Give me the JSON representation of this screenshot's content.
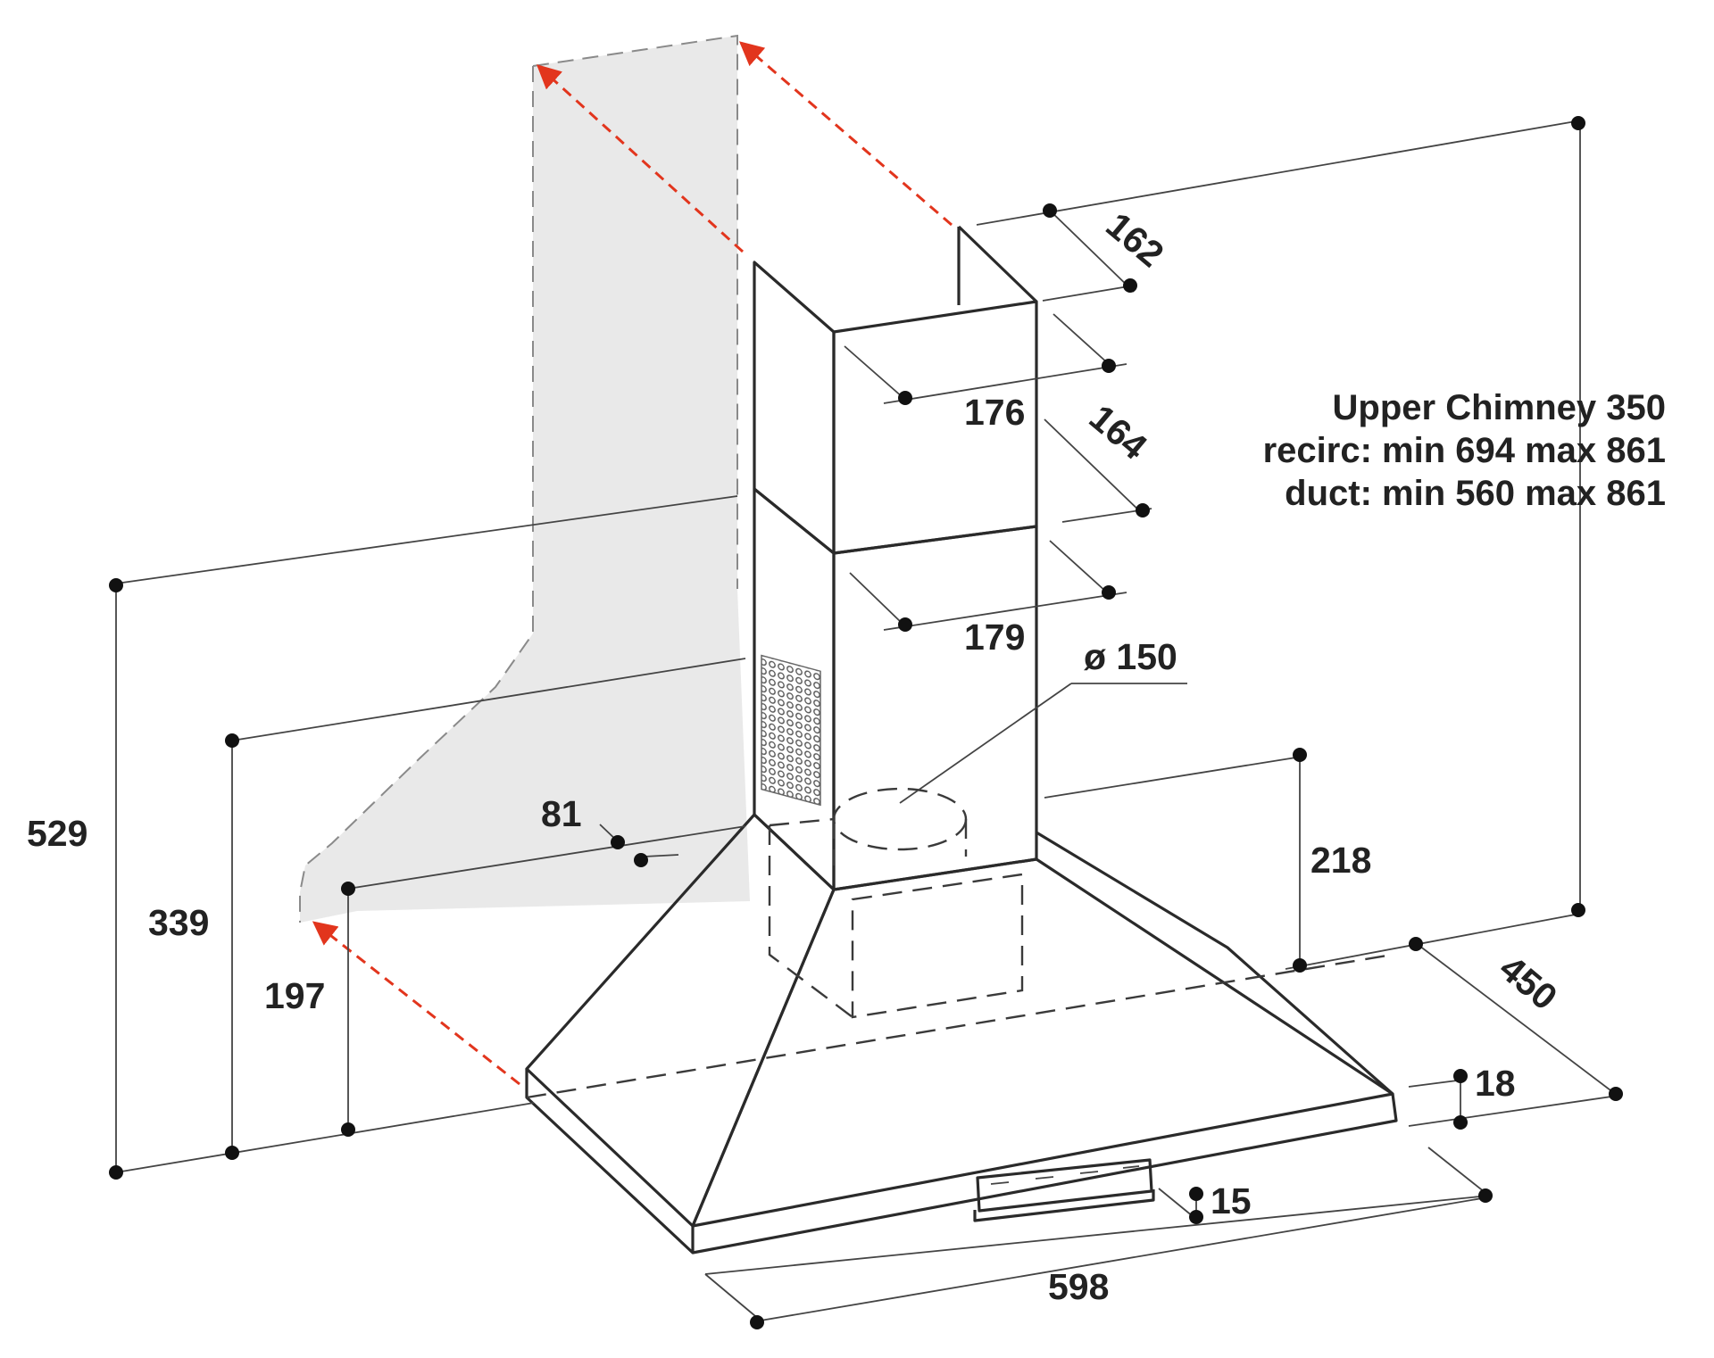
{
  "dimensions": {
    "d162": "162",
    "d176": "176",
    "d164": "164",
    "d179": "179",
    "d150": "ø 150",
    "d529": "529",
    "d339": "339",
    "d197": "197",
    "d81": "81",
    "d218": "218",
    "d450": "450",
    "d18": "18",
    "d15": "15",
    "d598": "598"
  },
  "notes": {
    "line1": "Upper Chimney 350",
    "line2": "recirc: min 694 max 861",
    "line3": "duct: min 560 max 861"
  },
  "colors": {
    "line": "#2a2a2a",
    "wall_fill": "#e9e9e9",
    "arrow": "#e2351d",
    "text": "#222222"
  }
}
